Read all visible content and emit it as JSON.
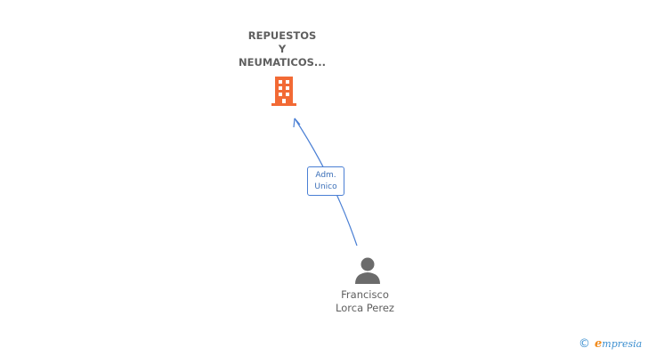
{
  "company": {
    "name_lines": [
      "REPUESTOS",
      "Y",
      "NEUMATICOS..."
    ],
    "icon": "building-icon",
    "color": "#f26a35"
  },
  "relation": {
    "role_lines": [
      "Adm.",
      "Unico"
    ],
    "color": "#4a7fd4"
  },
  "person": {
    "name_lines": [
      "Francisco",
      "Lorca Perez"
    ],
    "icon": "person-icon",
    "color": "#6b6b6b"
  },
  "footer": {
    "copyright_symbol": "©",
    "brand_initial": "e",
    "brand_rest": "mpresia"
  }
}
